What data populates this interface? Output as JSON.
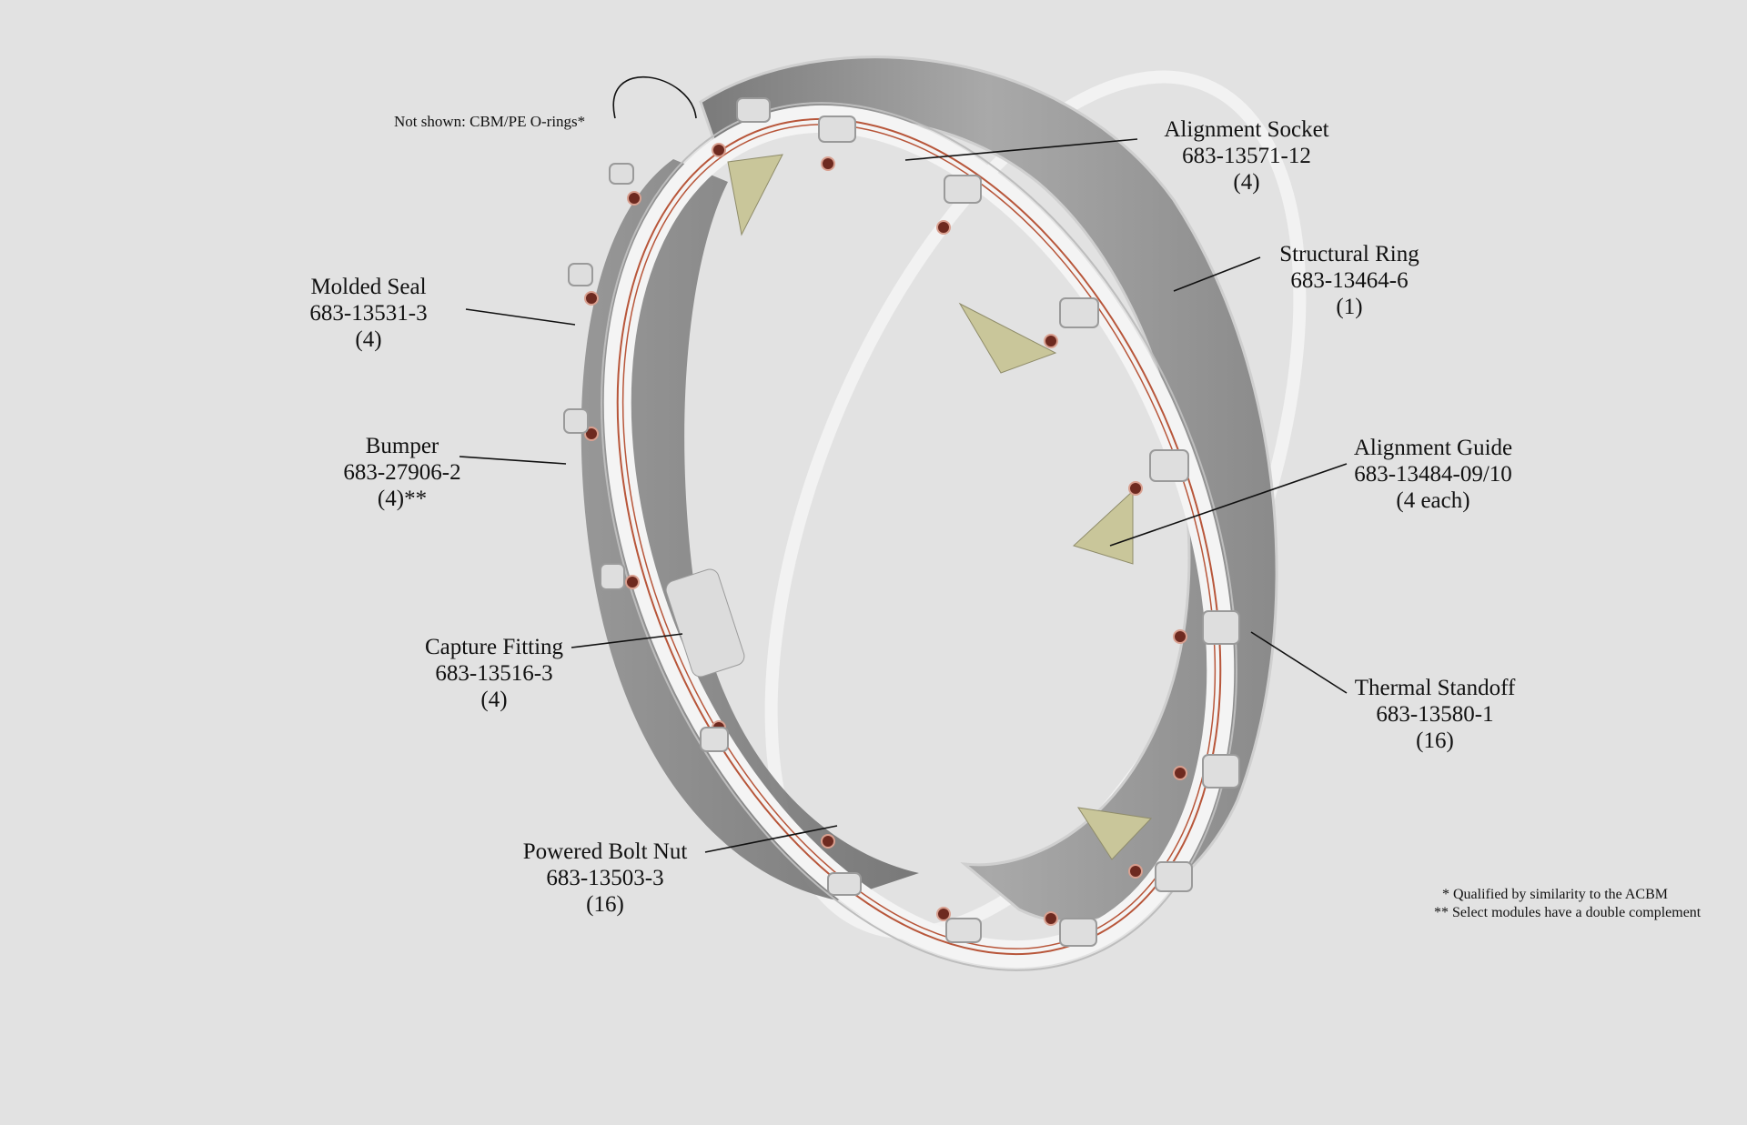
{
  "note": "Not shown: CBM/PE O-rings*",
  "callouts": [
    {
      "id": "alignment-socket",
      "name": "Alignment Socket",
      "part": "683-13571-12",
      "qty": "(4)"
    },
    {
      "id": "structural-ring",
      "name": "Structural Ring",
      "part": "683-13464-6",
      "qty": "(1)"
    },
    {
      "id": "molded-seal",
      "name": "Molded Seal",
      "part": "683-13531-3",
      "qty": "(4)"
    },
    {
      "id": "bumper",
      "name": "Bumper",
      "part": "683-27906-2",
      "qty": "(4)**"
    },
    {
      "id": "alignment-guide",
      "name": "Alignment Guide",
      "part": "683-13484-09/10",
      "qty": "(4 each)"
    },
    {
      "id": "capture-fitting",
      "name": "Capture Fitting",
      "part": "683-13516-3",
      "qty": "(4)"
    },
    {
      "id": "thermal-standoff",
      "name": "Thermal Standoff",
      "part": "683-13580-1",
      "qty": "(16)"
    },
    {
      "id": "powered-bolt-nut",
      "name": "Powered Bolt Nut",
      "part": "683-13503-3",
      "qty": "(16)"
    }
  ],
  "footnotes": [
    "* Qualified by similarity to the ACBM",
    "** Select modules have a double complement"
  ],
  "colors": {
    "background": "#e2e2e2",
    "ring_gray": "#9c9c9c",
    "seal_copper": "#b8563a",
    "guide_olive": "#c9c69a"
  }
}
